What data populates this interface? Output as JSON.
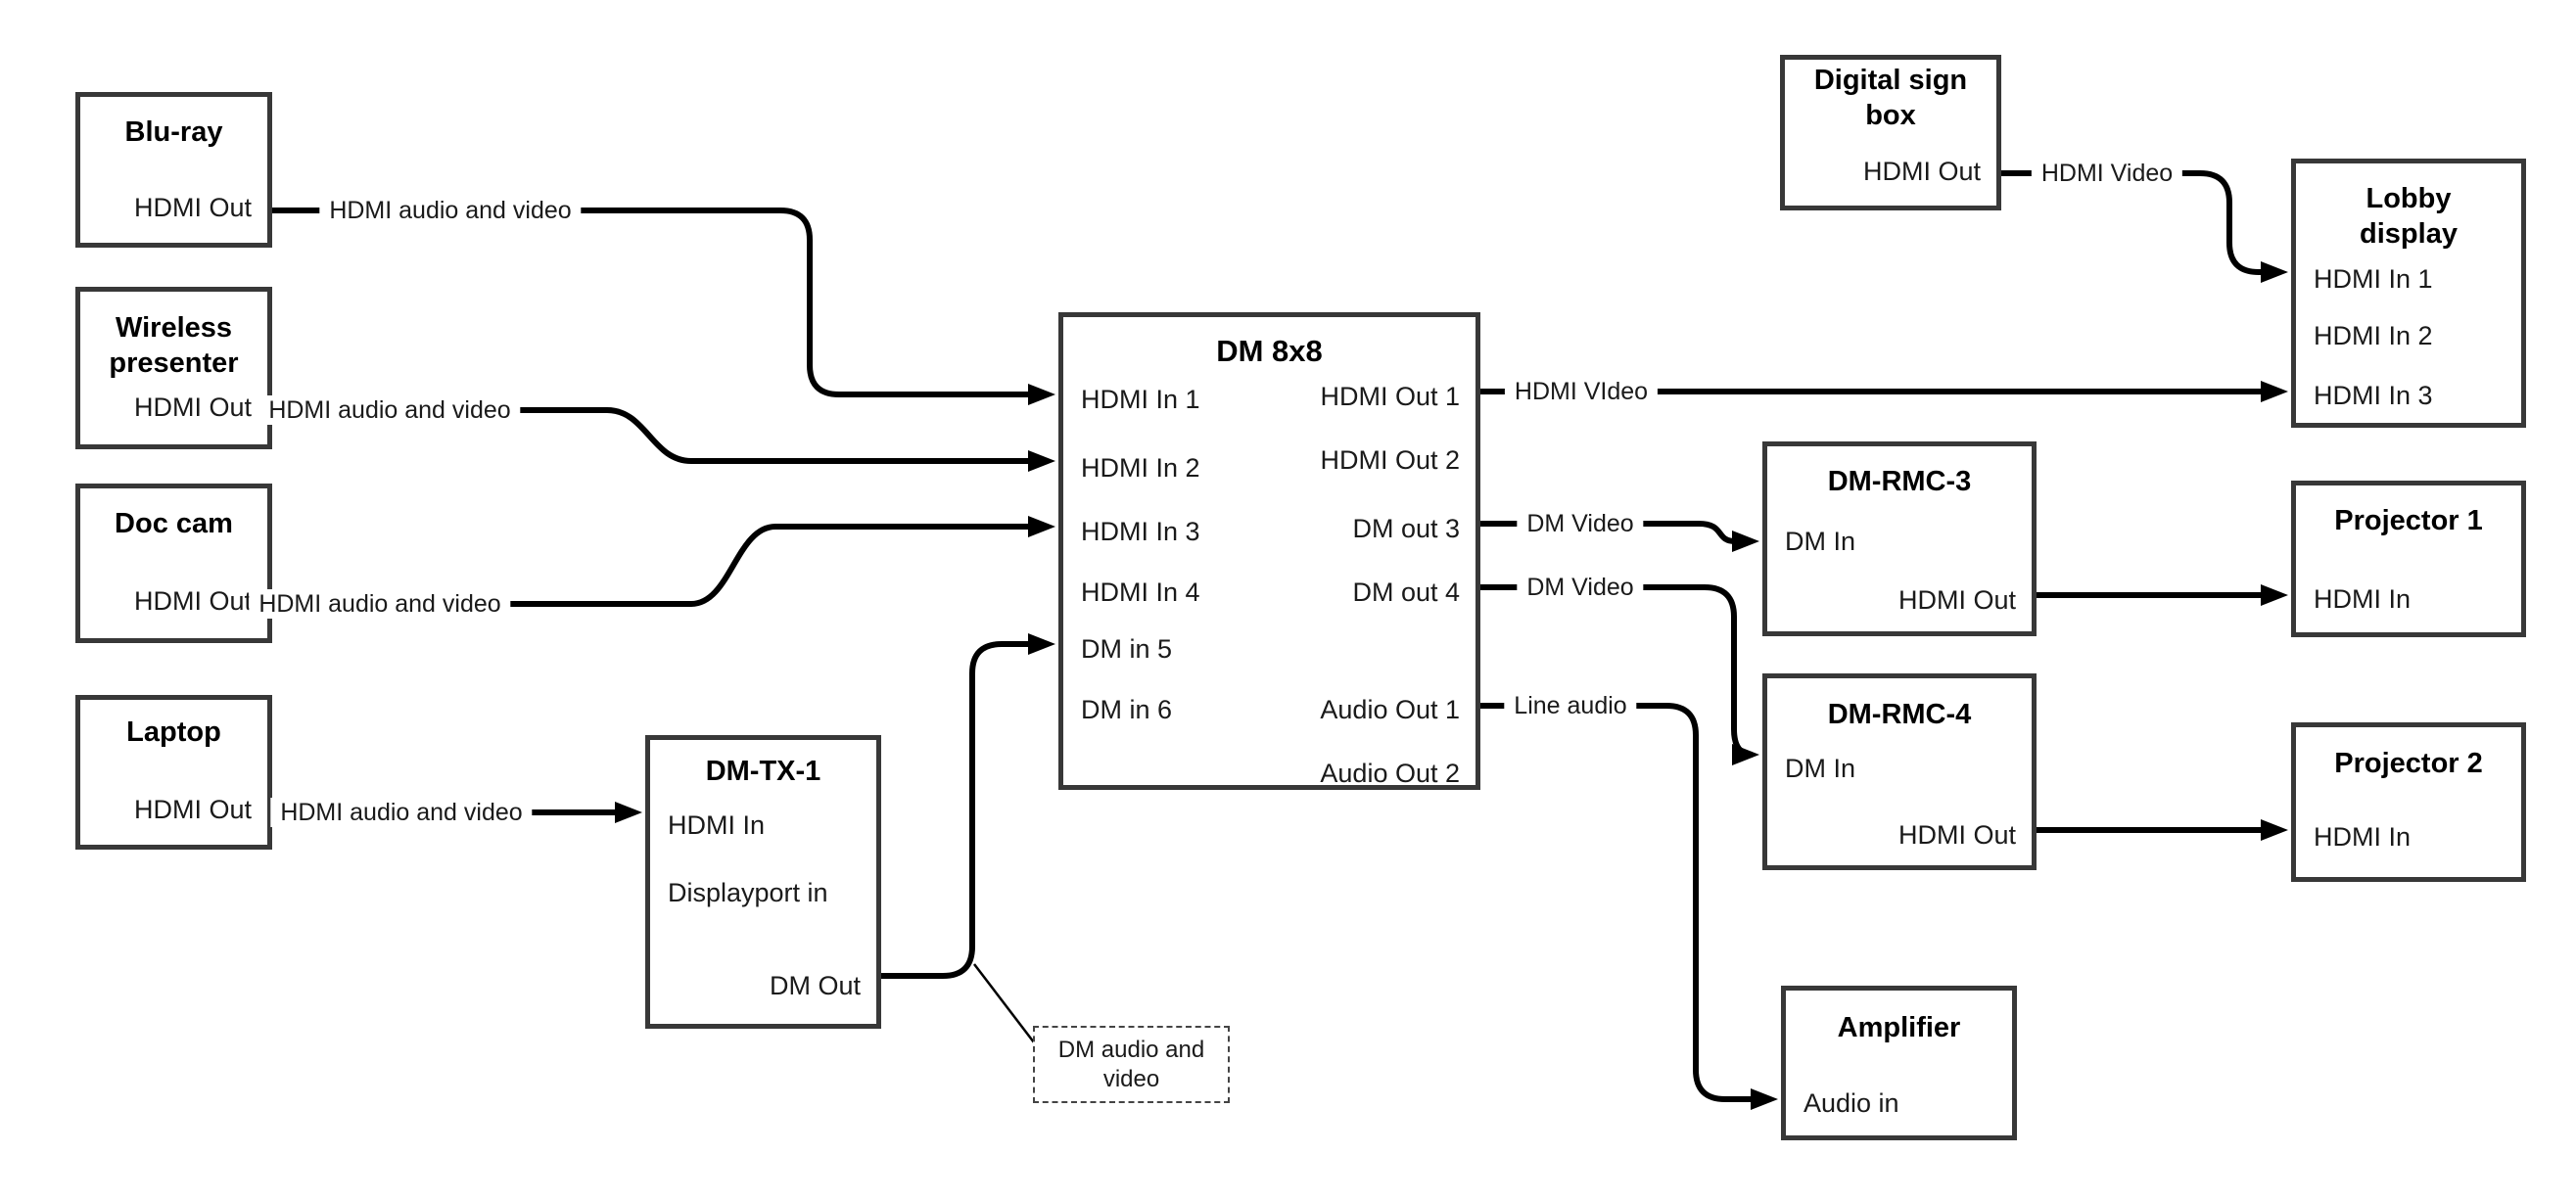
{
  "canvas": {
    "background": "#ffffff",
    "line_color": "#000000",
    "box_border_color": "#383838"
  },
  "nodes": {
    "bluray": {
      "title": "Blu-ray",
      "port_hdmi_out": "HDMI Out"
    },
    "wireless": {
      "title": "Wireless presenter",
      "port_hdmi_out": "HDMI Out"
    },
    "doccam": {
      "title": "Doc cam",
      "port_hdmi_out": "HDMI Out"
    },
    "laptop": {
      "title": "Laptop",
      "port_hdmi_out": "HDMI Out"
    },
    "dmtx1": {
      "title": "DM-TX-1",
      "port_hdmi_in": "HDMI In",
      "port_displayport_in": "Displayport in",
      "port_dm_out": "DM Out"
    },
    "dm8x8": {
      "title": "DM 8x8",
      "inputs": [
        "HDMI In 1",
        "HDMI In 2",
        "HDMI In 3",
        "HDMI In 4",
        "DM in 5",
        "DM in 6"
      ],
      "outputs": [
        "HDMI Out 1",
        "HDMI Out 2",
        "DM out 3",
        "DM out 4",
        "Audio Out 1",
        "Audio Out 2"
      ]
    },
    "digitalsign": {
      "title": "Digital sign box",
      "port_hdmi_out": "HDMI Out"
    },
    "lobby": {
      "title": "Lobby display",
      "inputs": [
        "HDMI In 1",
        "HDMI In 2",
        "HDMI In 3"
      ]
    },
    "dmrmc3": {
      "title": "DM-RMC-3",
      "port_dm_in": "DM In",
      "port_hdmi_out": "HDMI Out"
    },
    "proj1": {
      "title": "Projector 1",
      "port_hdmi_in": "HDMI In"
    },
    "dmrmc4": {
      "title": "DM-RMC-4",
      "port_dm_in": "DM In",
      "port_hdmi_out": "HDMI Out"
    },
    "proj2": {
      "title": "Projector 2",
      "port_hdmi_in": "HDMI In"
    },
    "amplifier": {
      "title": "Amplifier",
      "port_audio_in": "Audio in"
    }
  },
  "links": {
    "bluray_to_dm8x8": "HDMI audio and video",
    "wireless_to_dm8x8": "HDMI audio and video",
    "doccam_to_dm8x8": "HDMI audio and video",
    "laptop_to_dmtx1": "HDMI audio and video",
    "dm8x8_out1_to_lobby": "HDMI VIdeo",
    "digitalsign_to_lobby": "HDMI Video",
    "dm8x8_out3_to_dmrmc3": "DM Video",
    "dm8x8_out4_to_dmrmc4": "DM Video",
    "dm8x8_audio1_to_amplifier": "Line audio",
    "annotation": "DM audio and video"
  }
}
